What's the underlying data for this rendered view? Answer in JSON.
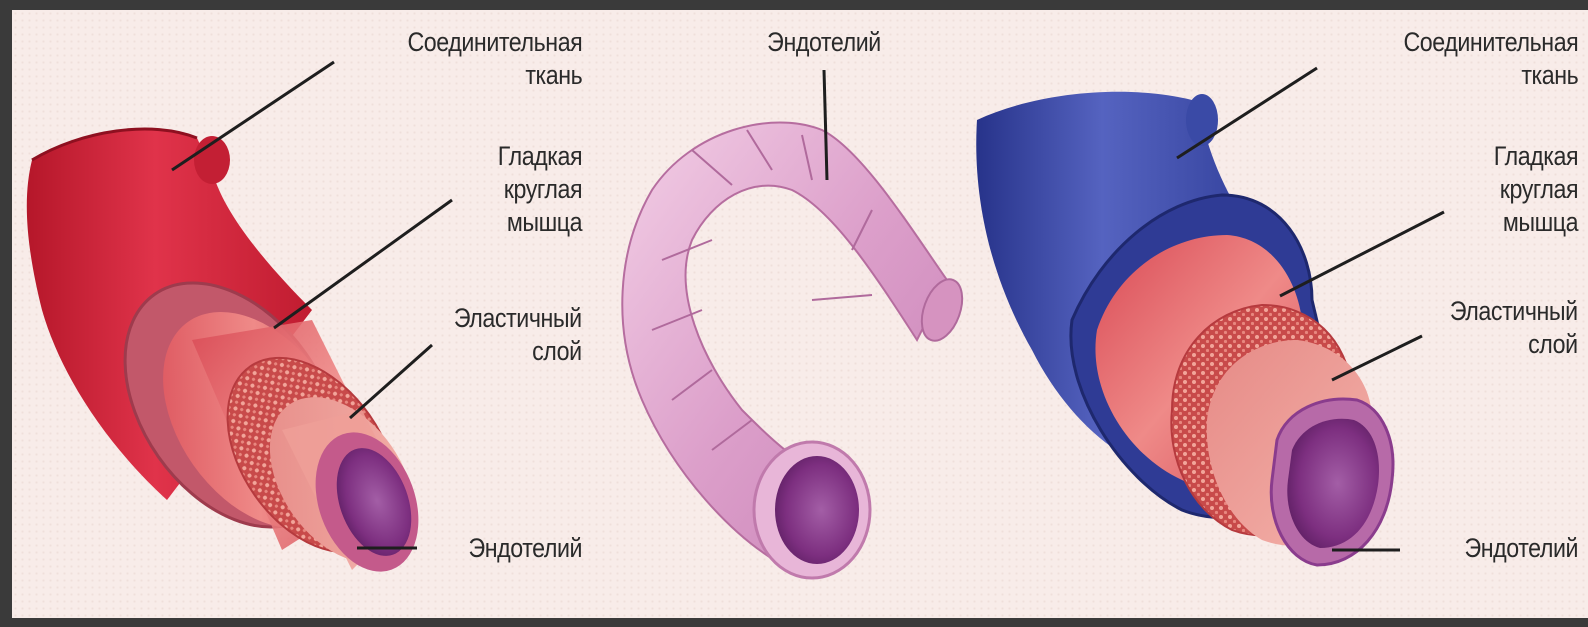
{
  "colors": {
    "background": "#f8ece9",
    "artery_red": "#d8253a",
    "vein_blue": "#3b4aa8",
    "capillary_pink": "#e0a6cc",
    "endothelium_purple": "#8a3f8c",
    "muscle_red": "#e4606a",
    "label_text": "#2a2a2a"
  },
  "artery": {
    "connective_tissue": [
      "Соединительная",
      "ткань"
    ],
    "smooth_muscle": [
      "Гладкая",
      "круглая",
      "мышца"
    ],
    "elastic_layer": [
      "Эластичный",
      "слой"
    ],
    "endothelium": "Эндотелий"
  },
  "capillary": {
    "endothelium": "Эндотелий"
  },
  "vein": {
    "connective_tissue": [
      "Соединительная",
      "ткань"
    ],
    "smooth_muscle": [
      "Гладкая",
      "круглая",
      "мышца"
    ],
    "elastic_layer": [
      "Эластичный",
      "слой"
    ],
    "endothelium": "Эндотелий"
  }
}
